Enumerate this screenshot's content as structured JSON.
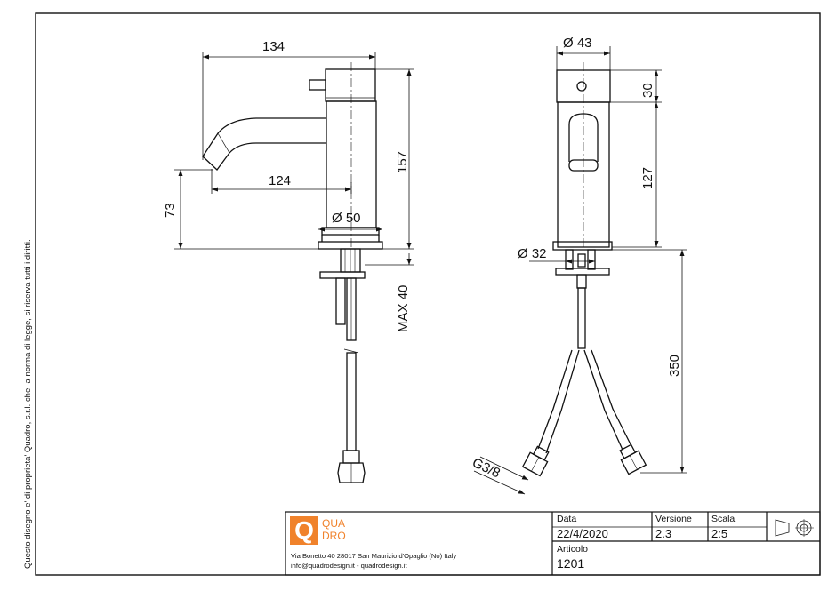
{
  "side_note": "Questo disegno e' di proprieta' Quadro, s.r.l. che, a norma di legge, si riserva tutti i diritti.",
  "dimensions": {
    "overall_length": "134",
    "spout_reach": "124",
    "spout_height": "73",
    "total_height": "157",
    "base_diameter": "Ø 50",
    "max_deck": "MAX 40",
    "body_diameter": "Ø 43",
    "handle_height": "30",
    "body_height": "127",
    "shank_diameter": "Ø 32",
    "hose_length": "350",
    "thread": "G3/8"
  },
  "title_block": {
    "logo_letter": "Q",
    "logo_line1": "QUA",
    "logo_line2": "DRO",
    "address": "Via Bonetto 40  28017 San Maurizio d'Opaglio (No) Italy",
    "contacts": "info@quadrodesign.it  -  quadrodesign.it",
    "date_label": "Data",
    "date_value": "22/4/2020",
    "version_label": "Versione",
    "version_value": "2.3",
    "scale_label": "Scala",
    "scale_value": "2:5",
    "article_label": "Articolo",
    "article_value": "1201"
  },
  "colors": {
    "accent": "#f0822b",
    "line": "#111111"
  }
}
